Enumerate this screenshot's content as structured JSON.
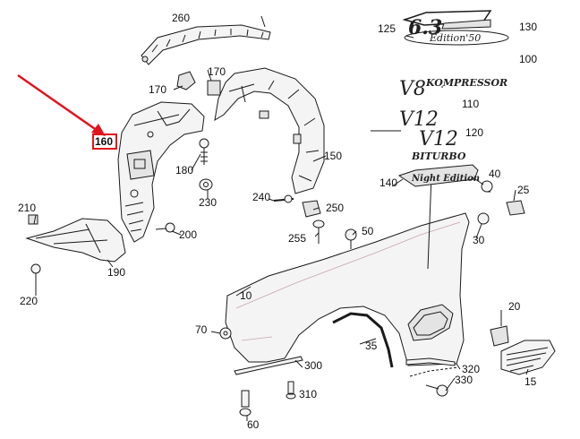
{
  "highlight_color": "#e0141c",
  "labels": {
    "l10": "10",
    "l15": "15",
    "l20": "20",
    "l25": "25",
    "l30": "30",
    "l35": "35",
    "l40": "40",
    "l50": "50",
    "l60": "60",
    "l70": "70",
    "l100": "100",
    "l110": "110",
    "l120": "120",
    "l125": "125",
    "l130": "130",
    "l140": "140",
    "l150": "150",
    "l160": "160",
    "l170a": "170",
    "l170b": "170",
    "l180": "180",
    "l190": "190",
    "l200": "200",
    "l210": "210",
    "l220": "220",
    "l230": "230",
    "l240": "240",
    "l250": "250",
    "l255": "255",
    "l260": "260",
    "l300": "300",
    "l310": "310",
    "l320": "320",
    "l330": "330"
  },
  "emblems": {
    "edition50": "Edition'50",
    "v8": "V8",
    "kompressor": "KOMPRESSOR",
    "v12_a": "V12",
    "v12_b": "V12",
    "biturbo": "BITURBO",
    "night_edition": "Night Edition"
  }
}
